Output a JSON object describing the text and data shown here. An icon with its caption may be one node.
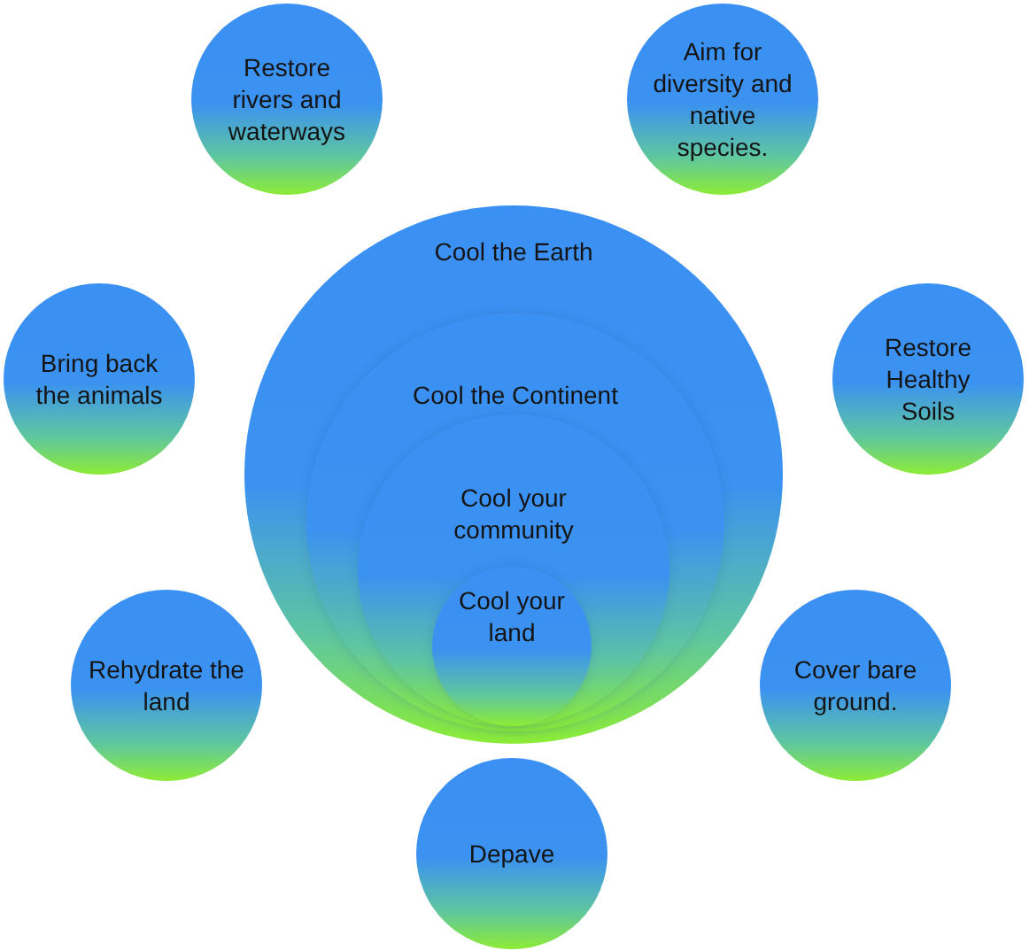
{
  "diagram": {
    "nodes": [
      {
        "text": [
          "Restore rivers and waterways"
        ]
      },
      {
        "text": [
          "Aim for diversity and native species."
        ]
      },
      {
        "text": [
          "Cool the Earth"
        ]
      },
      {
        "text": [
          "Bring back the animals"
        ]
      },
      {
        "text": [
          "Restore Healthy Soils"
        ]
      },
      {
        "text": [
          "Cool the Continent"
        ],
        "in": 2
      },
      {
        "text": [
          "Cool your community"
        ],
        "in": 5
      },
      {
        "text": [
          "Cool your land"
        ],
        "in": 6
      },
      {
        "text": [
          "Rehydrate the land"
        ]
      },
      {
        "text": [
          "Cover bare ground."
        ]
      },
      {
        "text": [
          "Depave"
        ]
      }
    ]
  }
}
